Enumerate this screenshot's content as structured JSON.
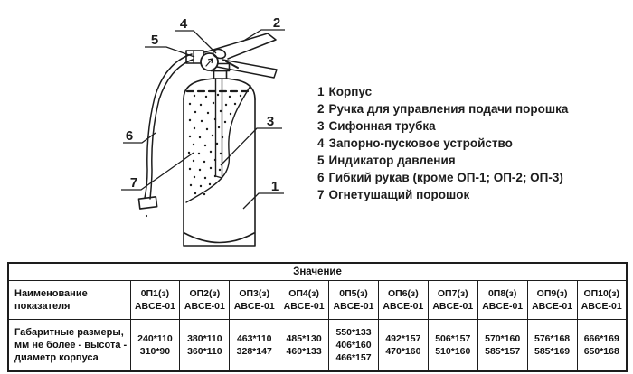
{
  "diagram": {
    "labels": [
      "1",
      "2",
      "3",
      "4",
      "5",
      "6",
      "7"
    ]
  },
  "legend": {
    "items": [
      {
        "num": "1",
        "label": "Корпус"
      },
      {
        "num": "2",
        "label": "Ручка для управления подачи порошка"
      },
      {
        "num": "3",
        "label": "Сифонная трубка"
      },
      {
        "num": "4",
        "label": "Запорно-пусковое устройство"
      },
      {
        "num": "5",
        "label": "Индикатор давления"
      },
      {
        "num": "6",
        "label": "Гибкий рукав (кроме ОП-1; ОП-2; ОП-3)"
      },
      {
        "num": "7",
        "label": "Огнетушащий порошок"
      }
    ]
  },
  "table": {
    "value_header": "Значение",
    "name_header_lines": [
      "Наименование",
      "показателя"
    ],
    "columns": [
      {
        "model": "0П1(з)",
        "grade": "ABCE-01"
      },
      {
        "model": "ОП2(з)",
        "grade": "ABCE-01"
      },
      {
        "model": "ОП3(з)",
        "grade": "ABCE-01"
      },
      {
        "model": "ОП4(з)",
        "grade": "ABCE-01"
      },
      {
        "model": "0П5(з)",
        "grade": "ABCE-01"
      },
      {
        "model": "ОП6(з)",
        "grade": "ABCE-01"
      },
      {
        "model": "ОП7(з)",
        "grade": "ABCE-01"
      },
      {
        "model": "0П8(з)",
        "grade": "ABCE-01"
      },
      {
        "model": "ОП9(з)",
        "grade": "ABCE-01"
      },
      {
        "model": "ОП10(з)",
        "grade": "ABCE-01"
      }
    ],
    "rows": [
      {
        "label_lines": [
          "Габаритные размеры,",
          "мм не более - высота -",
          "диаметр корпуса"
        ],
        "cells": [
          [
            "240*110",
            "310*90"
          ],
          [
            "380*110",
            "360*110"
          ],
          [
            "463*110",
            "328*147"
          ],
          [
            "485*130",
            "460*133"
          ],
          [
            "550*133",
            "406*160",
            "466*157"
          ],
          [
            "492*157",
            "470*160"
          ],
          [
            "506*157",
            "510*160"
          ],
          [
            "570*160",
            "585*157"
          ],
          [
            "576*168",
            "585*169"
          ],
          [
            "666*169",
            "650*168"
          ]
        ]
      }
    ]
  }
}
